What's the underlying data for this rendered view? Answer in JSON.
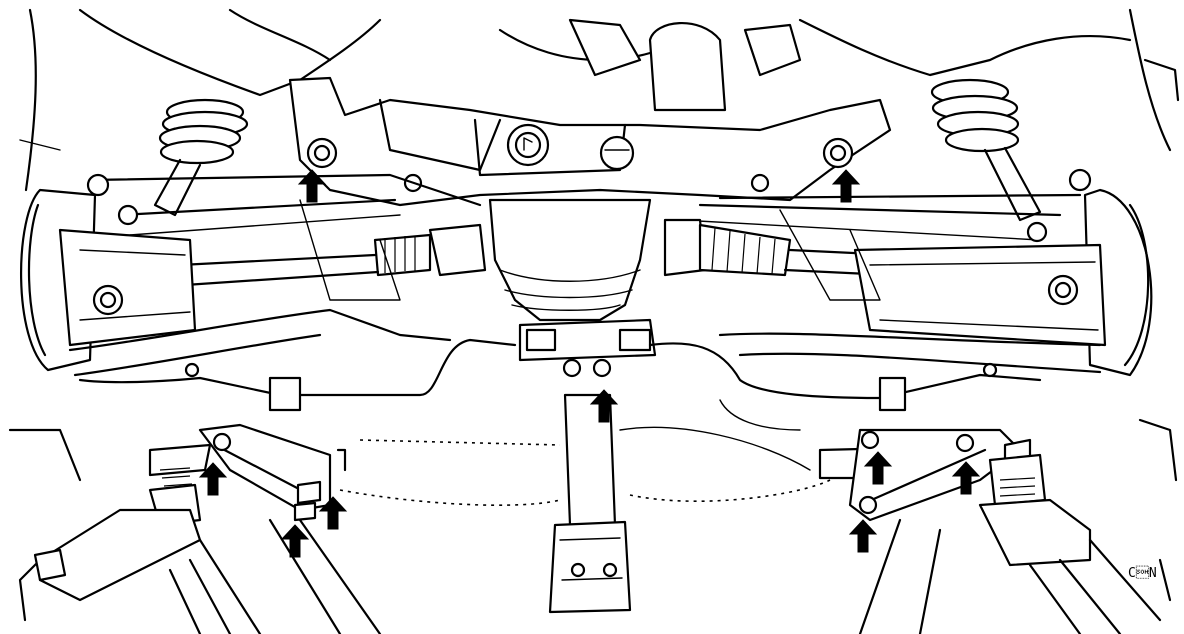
{
  "diagram": {
    "figure_code": "C\u0001N",
    "arrow_color": "#000000",
    "line_color": "#000000",
    "background": "#ffffff",
    "fastener_arrows": [
      {
        "name": "crossmember-left-mount-nut"
      },
      {
        "name": "crossmember-right-mount-nut"
      },
      {
        "name": "differential-support-nut"
      },
      {
        "name": "left-stabilizer-bracket-nut"
      },
      {
        "name": "left-lower-bracket-bolt-a"
      },
      {
        "name": "left-lower-bracket-bolt-b"
      },
      {
        "name": "right-lower-bracket-nut-a"
      },
      {
        "name": "right-lower-bracket-nut-b"
      },
      {
        "name": "right-lower-bracket-nut-c"
      }
    ]
  }
}
